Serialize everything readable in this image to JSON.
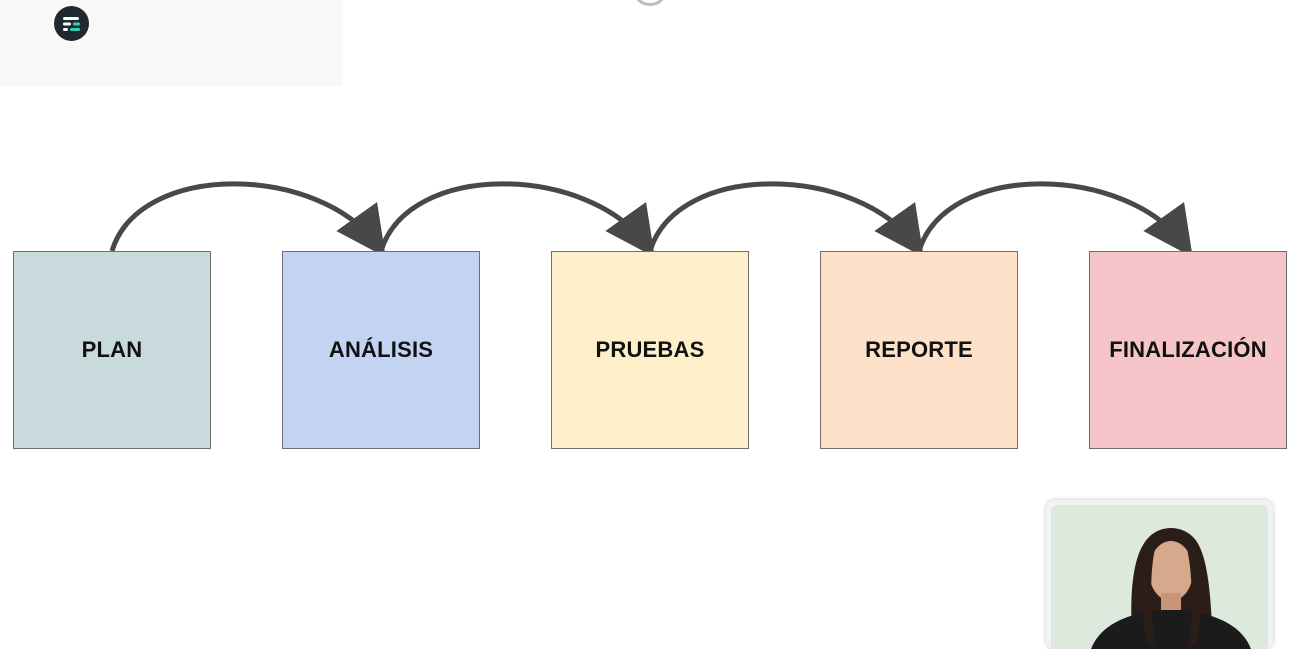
{
  "logo": {
    "icon": "menu-lines-icon",
    "bg_color": "#1f2a2e",
    "accent_color": "#2fd3b0"
  },
  "diagram": {
    "steps": [
      {
        "label": "PLAN",
        "color": "#c8dadb"
      },
      {
        "label": "ANÁLISIS",
        "color": "#c3d4f2"
      },
      {
        "label": "PRUEBAS",
        "color": "#fdefca"
      },
      {
        "label": "REPORTE",
        "color": "#fce1c8"
      },
      {
        "label": "FINALIZACIÓN",
        "color": "#f6c5c9"
      }
    ],
    "arrow_color": "#484848"
  },
  "webcam": {
    "icon": "presenter-video"
  }
}
